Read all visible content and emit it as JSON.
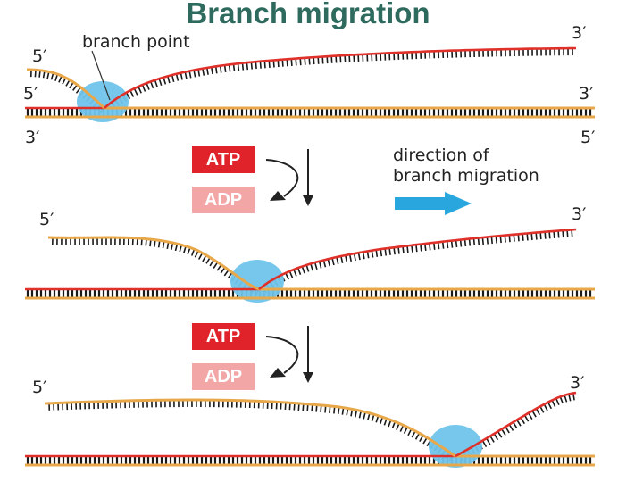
{
  "title": "Branch migration",
  "labels": {
    "branch_point": "branch point",
    "direction_line1": "direction of",
    "direction_line2": "branch migration",
    "five_prime": "5′",
    "three_prime": "3′"
  },
  "energy": {
    "atp": "ATP",
    "adp": "ADP"
  },
  "colors": {
    "invading_strand": "#e8a84a",
    "displaced_strand": "#e0302a",
    "duplex_strand": "#e8a84a",
    "base_ticks": "#1a1a1a",
    "protein": "#6fc4ea",
    "arrow": "#2aa6de",
    "atp_badge": "#e0232a",
    "adp_badge": "#f2a6a6",
    "title": "#2e6b5e"
  },
  "icons": {
    "direction_arrow": "right-arrow-icon",
    "atp_hydrolysis_arrow": "curved-arrow-icon"
  }
}
